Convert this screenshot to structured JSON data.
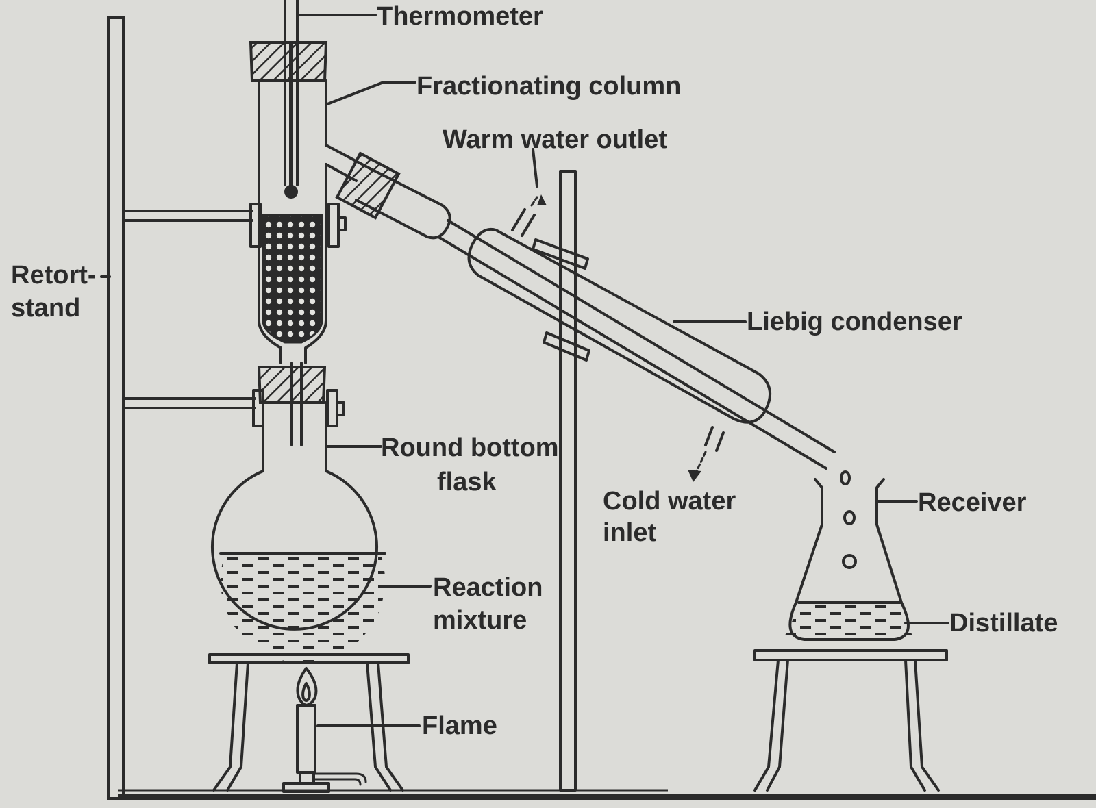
{
  "labels": {
    "thermometer": "Thermometer",
    "fractionating_column": "Fractionating column",
    "warm_water_outlet": "Warm water outlet",
    "retort_stand_line1": "Retort-",
    "retort_stand_line2": "stand",
    "liebig_condenser": "Liebig condenser",
    "round_bottom_flask_line1": "Round bottom",
    "round_bottom_flask_line2": "flask",
    "cold_water_inlet_line1": "Cold water",
    "cold_water_inlet_line2": "inlet",
    "receiver": "Receiver",
    "reaction_mixture_line1": "Reaction",
    "reaction_mixture_line2": "mixture",
    "distillate": "Distillate",
    "flame": "Flame"
  },
  "colors": {
    "background": "#dcdcd8",
    "ink": "#2b2b2b"
  }
}
